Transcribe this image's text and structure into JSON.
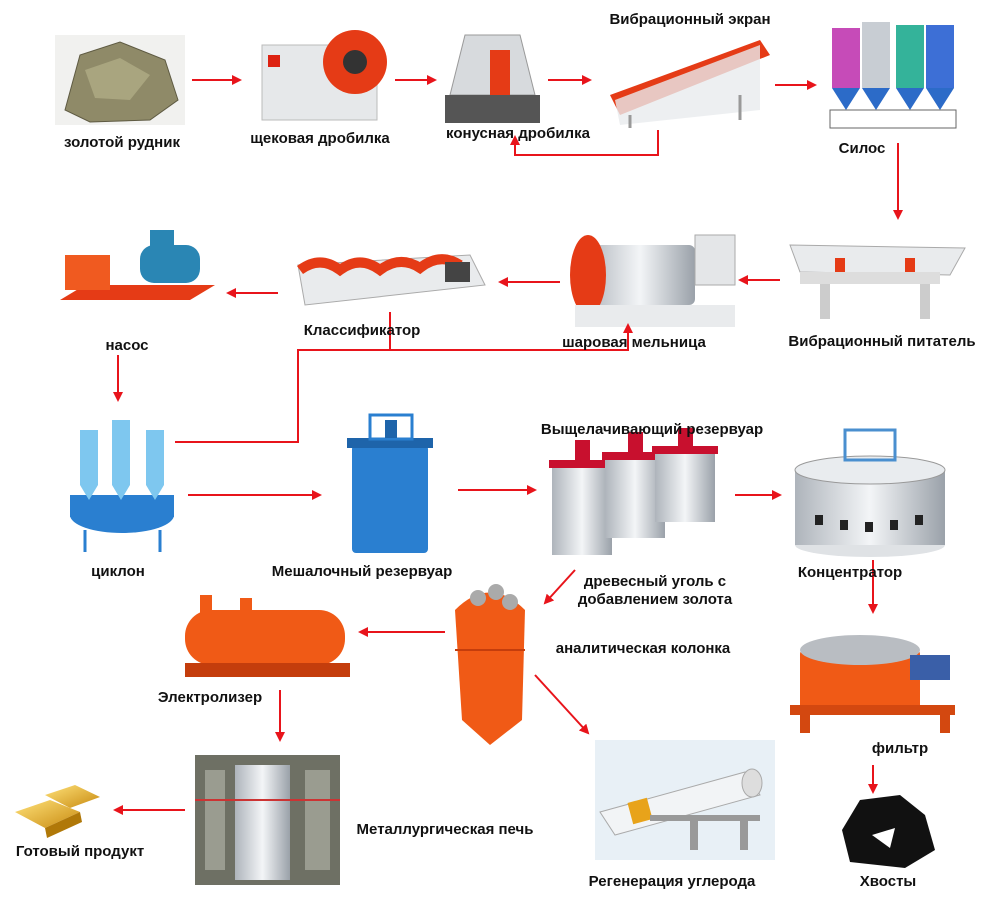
{
  "title": "Gold ore processing flow",
  "colors": {
    "arrow": "#e8141b",
    "equipment": "#f04a16",
    "blue": "#2a7fd0"
  },
  "nodes": {
    "ore": "золотой рудник",
    "jaw_crusher": "щековая дробилка",
    "cone_crusher": "конусная дробилка",
    "vibrating_screen": "Вибрационный экран",
    "silo": "Силос",
    "vibrating_feeder": "Вибрационный питатель",
    "ball_mill": "шаровая мельница",
    "classifier": "Классификатор",
    "pump": "насос",
    "cyclone": "циклон",
    "agitation_tank": "Мешалочный резервуар",
    "leaching_tank": "Выщелачивающий резервуар",
    "thickener": "Концентратор",
    "loaded_carbon_line1": "древесный уголь с",
    "loaded_carbon_line2": "добавлением золота",
    "desorption_column": "аналитическая колонка",
    "electrolyzer": "Электролизер",
    "filter": "фильтр",
    "furnace": "Металлургическая печь",
    "product": "Готовый продукт",
    "carbon_regeneration": "Регенерация углерода",
    "tailings": "Хвосты"
  }
}
